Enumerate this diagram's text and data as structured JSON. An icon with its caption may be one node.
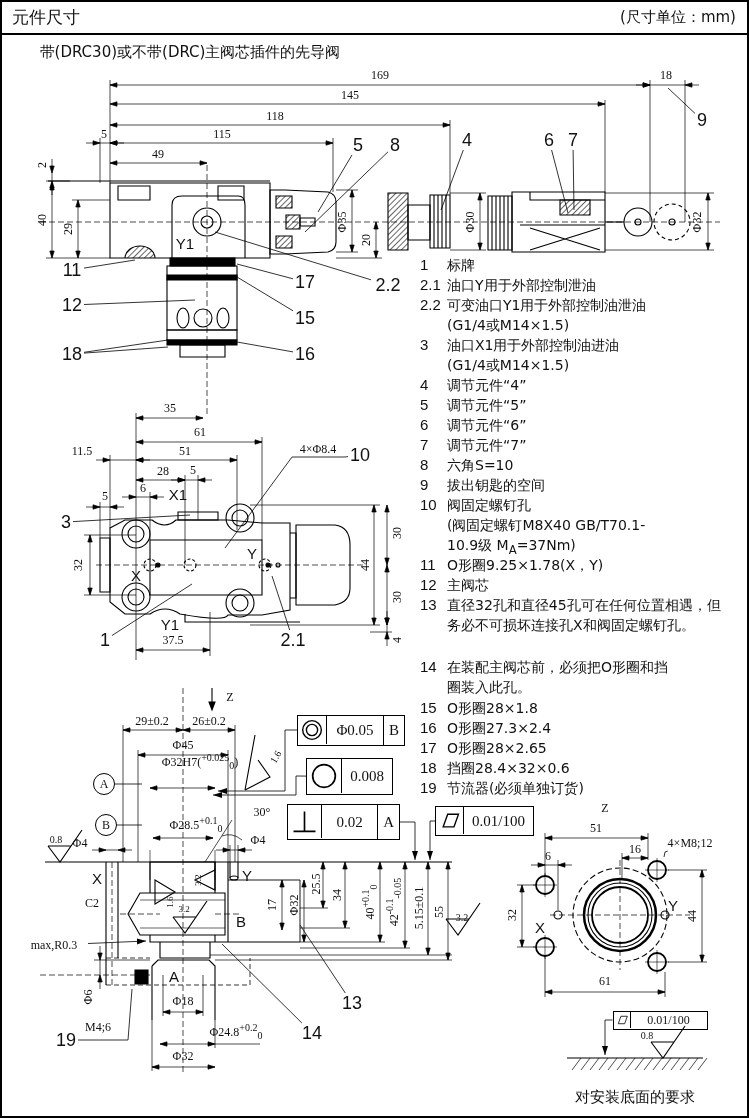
{
  "diagram": {
    "title": "元件尺寸",
    "nodes": [
      {
        "text": [
          "5"
        ]
      },
      {
        "text": [
          "8"
        ]
      },
      {
        "text": [
          "4"
        ]
      },
      {
        "text": [
          "6"
        ]
      },
      {
        "text": [
          "7"
        ]
      },
      {
        "text": [
          "9"
        ]
      },
      {
        "text": [
          "2.2"
        ]
      },
      {
        "text": [
          "11"
        ]
      },
      {
        "text": [
          "17"
        ]
      },
      {
        "text": [
          "12"
        ]
      },
      {
        "text": [
          "15"
        ]
      },
      {
        "text": [
          "18"
        ]
      },
      {
        "text": [
          "16"
        ]
      },
      {
        "text": [
          "10"
        ],
        "beside": [
          "4×Φ8.4"
        ]
      },
      {
        "text": [
          "3"
        ]
      },
      {
        "text": [
          "1"
        ]
      },
      {
        "text": [
          "2.1"
        ]
      },
      {
        "text": [
          "A"
        ]
      },
      {
        "text": [
          "B"
        ]
      },
      {
        "text": [
          "Φ0.05",
          "B"
        ]
      },
      {
        "text": [
          "0.008"
        ]
      },
      {
        "text": [
          "0.02",
          "A"
        ]
      },
      {
        "text": [
          "0.01/100"
        ]
      },
      {
        "text": [
          "13"
        ]
      },
      {
        "text": [
          "14"
        ]
      },
      {
        "text": [
          "19"
        ],
        "beside": [
          "M4;6"
        ]
      },
      {
        "text": [
          "0.01/100"
        ]
      },
      {
        "text": [
          "4×M8;12"
        ]
      },
      {
        "text": [
          "max,R0.3"
        ]
      },
      {
        "text": [],
        "shape": "picture"
      }
    ],
    "edges": [
      {
        "from": 0,
        "to": null,
        "arrow": "none"
      },
      {
        "from": 1,
        "to": null,
        "arrow": "none"
      },
      {
        "from": 2,
        "to": null,
        "arrow": "none"
      },
      {
        "from": 3,
        "to": null,
        "arrow": "none"
      },
      {
        "from": 4,
        "to": null,
        "arrow": "none"
      },
      {
        "from": 5,
        "to": null,
        "arrow": "none"
      },
      {
        "from": 6,
        "to": null,
        "arrow": "none"
      },
      {
        "from": 7,
        "to": null,
        "arrow": "none"
      },
      {
        "from": 8,
        "to": null,
        "arrow": "none"
      },
      {
        "from": 9,
        "to": null,
        "arrow": "none"
      },
      {
        "from": 10,
        "to": null,
        "arrow": "none"
      },
      {
        "from": 11,
        "to": null,
        "arrow": "none"
      },
      {
        "from": 11,
        "to": null,
        "arrow": "none"
      },
      {
        "from": 12,
        "to": null,
        "arrow": "none"
      },
      {
        "from": 13,
        "to": 29,
        "arrow": "none"
      },
      {
        "from": 14,
        "to": 29,
        "arrow": "none"
      },
      {
        "from": 15,
        "to": 29,
        "arrow": "none"
      },
      {
        "from": 16,
        "to": 29,
        "arrow": "none"
      },
      {
        "from": 17,
        "to": null,
        "arrow": "none"
      },
      {
        "from": 18,
        "to": null,
        "arrow": "none"
      },
      {
        "from": 19,
        "to": null,
        "arrow": "to"
      },
      {
        "from": 20,
        "to": null,
        "arrow": "to"
      },
      {
        "from": 21,
        "to": null,
        "arrow": "to"
      },
      {
        "from": 22,
        "to": null,
        "arrow": "to"
      },
      {
        "from": 23,
        "to": null,
        "arrow": "none"
      },
      {
        "from": 24,
        "to": null,
        "arrow": "none"
      },
      {
        "from": 25,
        "to": null,
        "arrow": "none"
      },
      {
        "from": 26,
        "to": null,
        "arrow": "to"
      },
      {
        "from": 27,
        "to": null,
        "arrow": "none"
      },
      {
        "from": 28,
        "to": null,
        "arrow": "to"
      }
    ],
    "labels": [
      "(尺寸单位：mm)",
      "带(DRC30)或不带(DRC)主阀芯插件的先导阀",
      "169",
      "18",
      "145",
      "118",
      "5",
      "115",
      "49",
      "2",
      "40",
      "29",
      "Φ35",
      "20",
      "Φ30",
      "Φ32",
      "Y1",
      "35",
      "61",
      "11.5",
      "51",
      "28",
      "5",
      "5",
      "6",
      "X1",
      "32",
      "X",
      "Y",
      "Y1",
      "37.5",
      "30",
      "44",
      "30",
      "4",
      "Z",
      "29±0.2",
      "26±0.2",
      "Φ45",
      "Φ32H7($^{+0.025}$$_{0}$)",
      "Φ28.5$^{+0.1}$$_{0}$",
      "1.6",
      "30°",
      "0.8",
      "Φ4",
      "Φ4",
      "X",
      "Y",
      "1.6",
      "3.2",
      "C2",
      "3.2",
      "B",
      "25.5",
      "34",
      "17",
      "Φ32",
      "40$^{+0.1}$$_{0}$",
      "42$^{-0.1}$$_{-0.05}$",
      "5.15±0.1",
      "55",
      "3.2",
      "A",
      "Φ6",
      "Φ18",
      "Φ24.8$^{+0.2}$$_{0}$",
      "Φ32",
      "Z",
      "51",
      "16",
      "6",
      "32",
      "X",
      "Y",
      "44",
      "61",
      "0.8",
      "对安装底面的要求",
      "1",
      "标牌",
      "2.1",
      "油口Y用于外部控制泄油",
      "2.2",
      "可变油口Y1用于外部控制油泄油 (G1/4或M14×1.5)",
      "3",
      "油口X1用于外部控制油进油 (G1/4或M14×1.5)",
      "4",
      "调节元件“4”",
      "5",
      "调节元件“5”",
      "6",
      "调节元件“6”",
      "7",
      "调节元件“7”",
      "8",
      "六角S=10",
      "9",
      "拔出钥匙的空间",
      "10",
      "阀固定螺钉孔",
      "(阀固定螺钉M8X40 GB/T70.1-10.9级 M$_{A}$=37Nm)",
      "11",
      "O形圈9.25×1.78(X，Y)",
      "12",
      "主阀芯",
      "13",
      "直径32孔和直径45孔可在任何位置相遇，但务必不可损坏连接孔X和阀固定螺钉孔。",
      "14",
      "在装配主阀芯前，必须把O形圈和挡圈装入此孔。",
      "15",
      "O形圈28×1.8",
      "16",
      "O形圈27.3×2.4",
      "17",
      "O形圈28×2.65",
      "18",
      "挡圈28.4×32×0.6",
      "19",
      "节流器(必须单独订货)"
    ]
  }
}
